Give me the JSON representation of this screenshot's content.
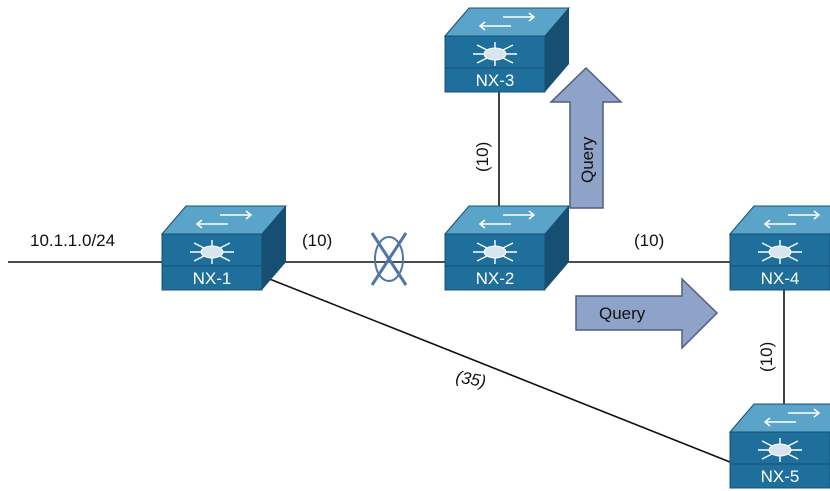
{
  "colors": {
    "switch_front": "#1f6f9c",
    "switch_top": "#5aa3c9",
    "switch_side": "#174f73",
    "arrow_fill": "#8fa3c8",
    "arrow_stroke": "#4d5f80",
    "link": "#111111",
    "failure_mark": "#4f76a8"
  },
  "devices": {
    "nx1": {
      "label": "NX-1"
    },
    "nx2": {
      "label": "NX-2"
    },
    "nx3": {
      "label": "NX-3"
    },
    "nx4": {
      "label": "NX-4"
    },
    "nx5": {
      "label": "NX-5"
    }
  },
  "network": {
    "prefix": "10.1.1.0/24"
  },
  "links": {
    "nx1_nx2": {
      "metric": "(10)"
    },
    "nx2_nx3": {
      "metric": "(10)"
    },
    "nx2_nx4": {
      "metric": "(10)"
    },
    "nx4_nx5": {
      "metric": "(10)"
    },
    "nx1_nx5": {
      "metric": "(35)"
    }
  },
  "queries": {
    "to_nx3": {
      "label": "Query"
    },
    "to_nx4": {
      "label": "Query"
    }
  },
  "icons": {
    "switch": "multilayer-switch-icon",
    "failure": "link-failure-x-icon"
  }
}
